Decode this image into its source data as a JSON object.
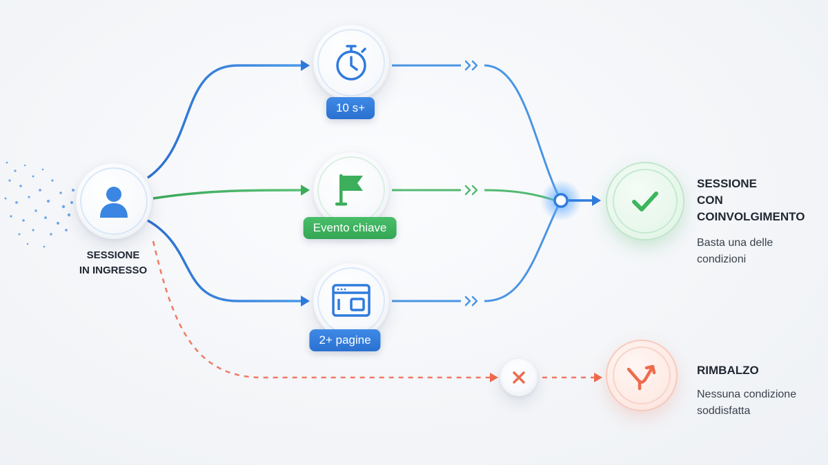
{
  "source": {
    "label_line1": "SESSIONE",
    "label_line2": "IN INGRESSO",
    "icon": "user-icon"
  },
  "conditions": [
    {
      "id": "time",
      "label": "10 s+",
      "icon": "stopwatch-icon",
      "color": "#2f7bdc"
    },
    {
      "id": "event",
      "label": "Evento chiave",
      "icon": "flag-icon",
      "color": "#3cae5c"
    },
    {
      "id": "pages",
      "label": "2+ pagine",
      "icon": "browser-window-icon",
      "color": "#2f7bdc"
    }
  ],
  "engaged": {
    "title_line1": "SESSIONE",
    "title_line2": "CON",
    "title_line3": "COINVOLGIMENTO",
    "desc_line1": "Basta una delle",
    "desc_line2": "condizioni",
    "icon": "checkmark-icon",
    "color": "#3cb55c"
  },
  "bounce": {
    "title": "RIMBALZO",
    "desc_line1": "Nessuna condizione",
    "desc_line2": "soddisfatta",
    "icon": "bounce-arrow-icon",
    "fail_icon": "x-mark-icon",
    "color": "#ef6a4d"
  },
  "colors": {
    "blue": "#2f7bdc",
    "green": "#3cae5c",
    "red": "#ef6a4d"
  }
}
